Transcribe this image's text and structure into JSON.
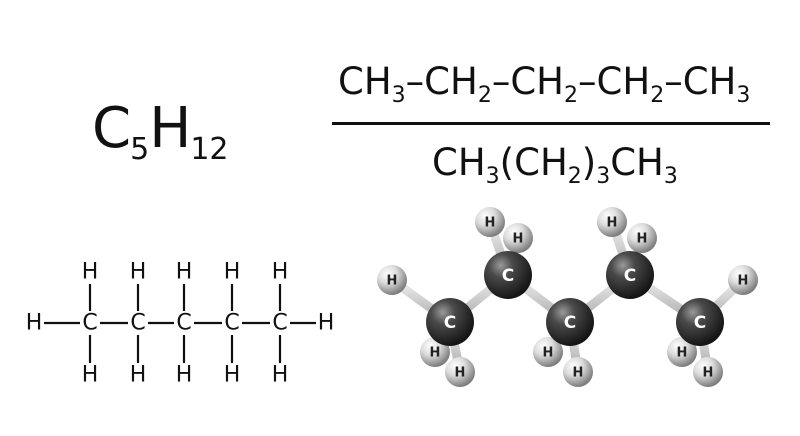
{
  "molecular_formula": {
    "c": "C",
    "c_count": "5",
    "h": "H",
    "h_count": "12"
  },
  "condensed_formula": [
    {
      "atom": "CH",
      "sub": "3"
    },
    {
      "dash": "–"
    },
    {
      "atom": "CH",
      "sub": "2"
    },
    {
      "dash": "–"
    },
    {
      "atom": "CH",
      "sub": "2"
    },
    {
      "dash": "–"
    },
    {
      "atom": "CH",
      "sub": "2"
    },
    {
      "dash": "–"
    },
    {
      "atom": "CH",
      "sub": "3"
    }
  ],
  "semi_condensed_formula": [
    {
      "text": "CH",
      "sub": "3"
    },
    {
      "text": "(CH",
      "sub": "2"
    },
    {
      "text": ")",
      "sub": "3"
    },
    {
      "text": "CH",
      "sub": "3"
    }
  ],
  "structural_formula": {
    "carbon_label": "C",
    "hydrogen_label": "H"
  },
  "ball_and_stick": {
    "carbon_label": "C",
    "hydrogen_label": "H",
    "carbon_color": "#3a3a3a",
    "hydrogen_color": "#dcdcdc",
    "bond_color": "#cfcfcf"
  }
}
